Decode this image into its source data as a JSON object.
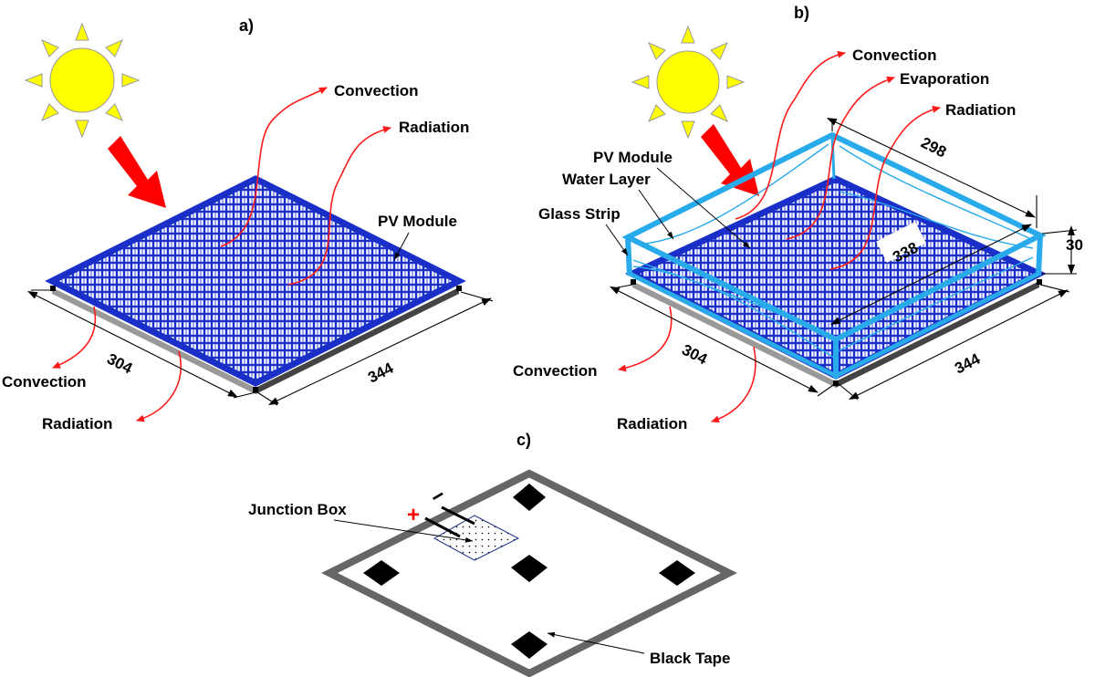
{
  "panels": {
    "a": {
      "label": "a)",
      "convection_top": "Convection",
      "radiation_top": "Radiation",
      "pv_module": "PV Module",
      "convection_bottom": "Convection",
      "radiation_bottom": "Radiation",
      "dim_width": "304",
      "dim_length": "344"
    },
    "b": {
      "label": "b)",
      "convection_top": "Convection",
      "evaporation": "Evaporation",
      "radiation_top": "Radiation",
      "pv_module": "PV Module",
      "water_layer": "Water Layer",
      "glass_strip": "Glass Strip",
      "convection_bottom": "Convection",
      "radiation_bottom": "Radiation",
      "dim_width": "304",
      "dim_length": "344",
      "dim_inner_width": "298",
      "dim_inner_length": "338",
      "dim_height": "30"
    },
    "c": {
      "label": "c)",
      "junction_box": "Junction Box",
      "black_tape": "Black Tape",
      "plus": "+",
      "minus": "−"
    }
  },
  "colors": {
    "pv_blue": "#1a2fc8",
    "pv_cell_light": "#ffffff",
    "glass_strip": "#29aaeb",
    "sun_fill": "#ffff00",
    "solar_arrow": "#ff0000",
    "heat_flux": "#ff1a1a",
    "frame_gray": "#666666",
    "tape_black": "#000000"
  },
  "icons": [
    "sun-icon",
    "solar-arrow-icon"
  ]
}
